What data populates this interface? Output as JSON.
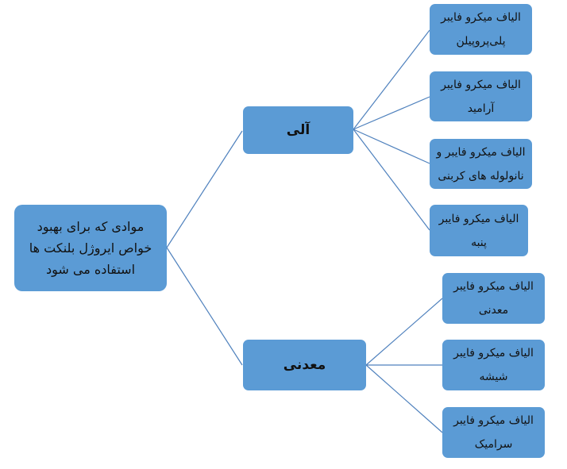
{
  "colors": {
    "box": "#5b9bd5",
    "connector": "#4f81bd"
  },
  "root": {
    "lines": [
      "موادی که برای بهبود",
      "خواص ایروژل بلنکت ها",
      "استفاده می شود"
    ]
  },
  "categories": [
    {
      "label": "آلی",
      "children": [
        {
          "lines": [
            "الیاف میکرو فایبر",
            "پلی‌پروپیلن"
          ]
        },
        {
          "lines": [
            "الیاف میکرو فایبر",
            "آرامید"
          ]
        },
        {
          "lines": [
            "الیاف میکرو فایبر و",
            "نانولوله های کربنی"
          ]
        },
        {
          "lines": [
            "الیاف میکرو فایبر",
            "پنبه"
          ]
        }
      ]
    },
    {
      "label": "معدنی",
      "children": [
        {
          "lines": [
            "الیاف میکرو فایبر",
            "معدنی"
          ]
        },
        {
          "lines": [
            "الیاف میکرو فایبر",
            "شیشه"
          ]
        },
        {
          "lines": [
            "الیاف میکرو فایبر",
            "سرامیک"
          ]
        }
      ]
    }
  ]
}
